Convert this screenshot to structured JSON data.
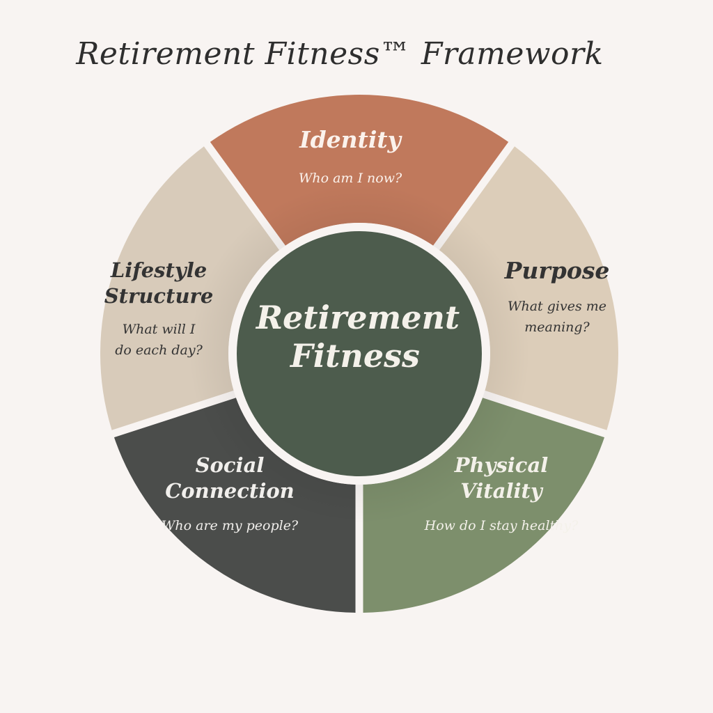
{
  "title": "Retirement Fitness™ Framework",
  "center": {
    "line1": "Retirement",
    "line2": "Fitness",
    "color": "#4d5c4d"
  },
  "segments": [
    {
      "id": "identity",
      "title_lines": [
        "Identity"
      ],
      "question_lines": [
        "Who am I now?"
      ],
      "color": "#c0795c",
      "text_color": "#fbf2ec"
    },
    {
      "id": "purpose",
      "title_lines": [
        "Purpose"
      ],
      "question_lines": [
        "What gives me",
        "meaning?"
      ],
      "color": "#dccdb9",
      "text_color": "#333333"
    },
    {
      "id": "physical-vitality",
      "title_lines": [
        "Physical",
        "Vitality"
      ],
      "question_lines": [
        "How do I stay healthy?"
      ],
      "color": "#7d8f6c",
      "text_color": "#f4f1ea"
    },
    {
      "id": "social-connection",
      "title_lines": [
        "Social",
        "Connection"
      ],
      "question_lines": [
        "Who are my people?"
      ],
      "color": "#4b4d4b",
      "text_color": "#f1efec"
    },
    {
      "id": "lifestyle-structure",
      "title_lines": [
        "Lifestyle",
        "Structure"
      ],
      "question_lines": [
        "What will I",
        "do each day?"
      ],
      "color": "#d8cbba",
      "text_color": "#333333"
    }
  ]
}
